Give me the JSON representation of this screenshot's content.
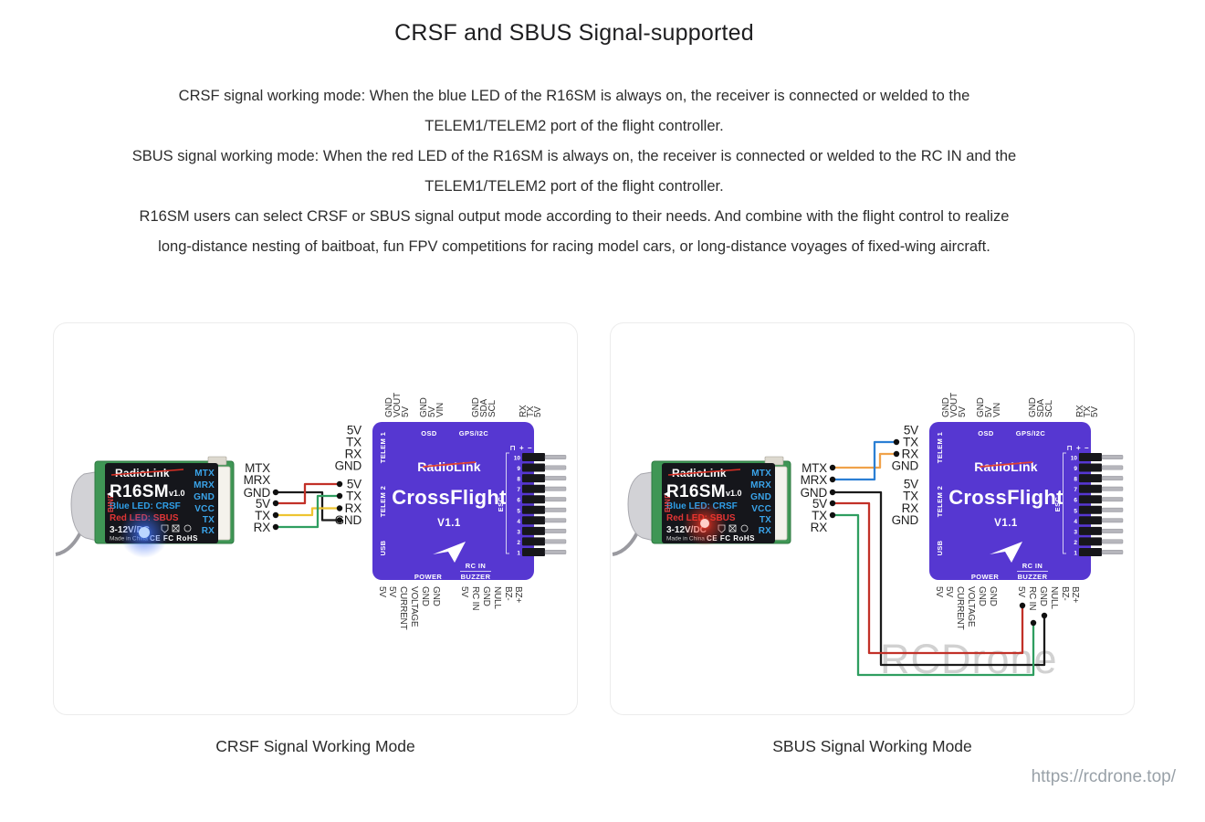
{
  "title": "CRSF and SBUS Signal-supported",
  "intro": {
    "lines": [
      "CRSF signal working mode: When the blue LED of the R16SM is always on, the receiver is connected or welded to the",
      "TELEM1/TELEM2 port of the flight controller.",
      "SBUS signal working mode: When the red LED of the R16SM is always on, the receiver is connected or welded to the RC IN and the",
      "TELEM1/TELEM2 port of the flight controller.",
      "R16SM users can select CRSF or SBUS signal output mode according to their needs. And combine with the flight control to realize",
      "long-distance nesting of baitboat, fun FPV competitions for racing model cars, or long-distance voyages of fixed-wing aircraft."
    ]
  },
  "panels": {
    "left": {
      "caption": "CRSF Signal Working Mode"
    },
    "right": {
      "caption": "SBUS Signal Working Mode"
    }
  },
  "receiver": {
    "brand": "RadioLink",
    "model": "R16SM",
    "version": "v1.0",
    "blue_led": "Blue LED: CRSF",
    "red_led": "Red LED: SBUS",
    "voltage": "3-12V/DC",
    "made_in": "Made in China",
    "cert": "CE FC RoHS",
    "bind": "BIND",
    "pins": [
      "MTX",
      "MRX",
      "GND",
      "VCC",
      "TX",
      "RX"
    ]
  },
  "wiring": {
    "receiver_labels": [
      "MTX",
      "MRX",
      "GND",
      "5V",
      "TX",
      "RX"
    ],
    "fc_telem1_labels": [
      "5V",
      "TX",
      "RX",
      "GND"
    ],
    "fc_telem2_labels": [
      "5V",
      "TX",
      "RX",
      "GND"
    ]
  },
  "fc": {
    "brand": "RadioLink",
    "model": "CrossFlight",
    "version": "V1.1",
    "port_osd": "OSD",
    "port_gps": "GPS/I2C",
    "port_telem1": "TELEM 1",
    "port_telem2": "TELEM 2",
    "port_usb": "USB",
    "port_power": "POWER",
    "port_rcin": "RC IN",
    "port_buzzer": "BUZZER",
    "esc_label": "ESC",
    "esc_header": "⊓ + −",
    "esc_numbers": [
      "10",
      "9",
      "8",
      "7",
      "6",
      "5",
      "4",
      "3",
      "2",
      "1"
    ],
    "top_pins": [
      "GND",
      "VOUT",
      "5V",
      "GND",
      "5V",
      "VIN",
      "GND",
      "SDA",
      "SCL",
      "RX",
      "TX",
      "5V"
    ],
    "bottom_power_pins": [
      "5V",
      "5V",
      "CURRENT",
      "VOLTAGE",
      "GND",
      "GND"
    ],
    "bottom_rcin_pins": [
      "5V",
      "RC IN",
      "GND",
      "NULL",
      "BZ-",
      "BZ+"
    ]
  },
  "watermark": "RCDrone",
  "footer_url": "https://rcdrone.top/",
  "colors": {
    "fc_purple": "#5637d1",
    "pcb_green": "#3f9655",
    "wire_black": "#1b1b1b",
    "wire_red": "#c23128",
    "wire_yellow": "#edc431",
    "wire_green": "#2f9e60",
    "wire_orange": "#f0a24a",
    "wire_blue": "#2b7fd4",
    "led_blue": "#4d86ff",
    "led_red": "#ff4530"
  }
}
